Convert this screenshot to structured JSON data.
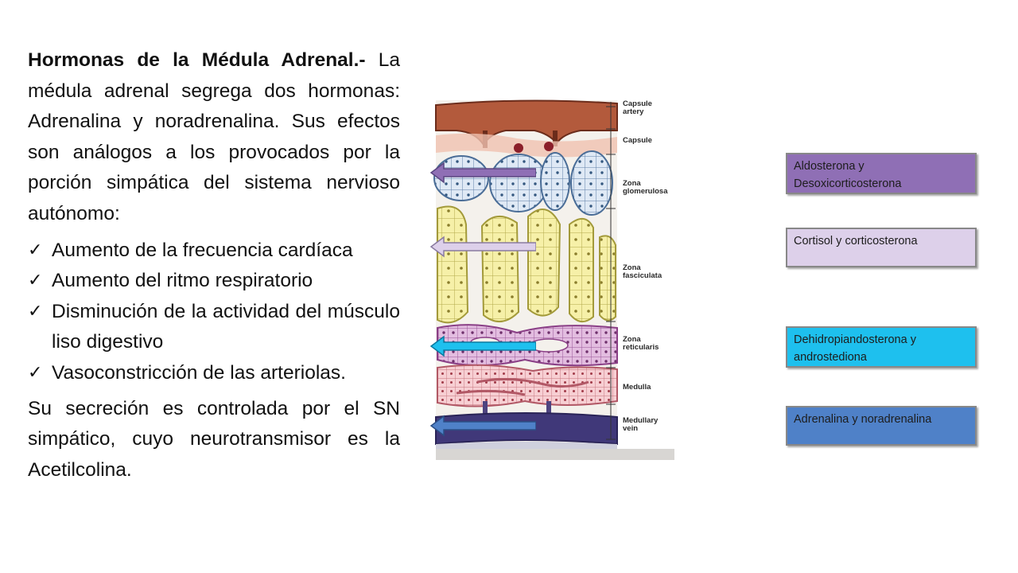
{
  "intro": {
    "title": "Hormonas de la Médula Adrenal.-",
    "body": " La médula adrenal segrega dos hormonas: Adrenalina y noradrenalina. Sus efectos son análogos a los provocados por la porción simpática del sistema nervioso autónomo:"
  },
  "bullets": [
    {
      "icon": "check-icon",
      "text": "Aumento de la frecuencia cardíaca"
    },
    {
      "icon": "check-icon",
      "text": "Aumento del ritmo respiratorio"
    },
    {
      "icon": "check-icon",
      "text": "Disminución de la actividad del músculo liso digestivo"
    },
    {
      "icon": "check-icon",
      "text": "Vasoconstricción de las arteriolas."
    }
  ],
  "closing": "Su secreción es controlada por el SN simpático, cuyo neurotransmisor es la Acetilcolina.",
  "figure": {
    "zones": [
      {
        "label": "Capsule artery"
      },
      {
        "label": "Capsule"
      },
      {
        "label": "Zona glomerulosa"
      },
      {
        "label": "Zona fasciculata"
      },
      {
        "label": "Zona reticularis"
      },
      {
        "label": "Medulla"
      },
      {
        "label": "Medullary vein"
      }
    ],
    "hormones": [
      {
        "text": "Aldosterona  y Desoxicorticosterona",
        "color": "#8f6fb5"
      },
      {
        "text": "Cortisol y corticosterona",
        "color": "#ddd0ea"
      },
      {
        "text": "Dehidropiandosterona y androstediona",
        "color": "#1ec0ee"
      },
      {
        "text": "Adrenalina  y noradrenalina",
        "color": "#4f81c8"
      }
    ]
  }
}
